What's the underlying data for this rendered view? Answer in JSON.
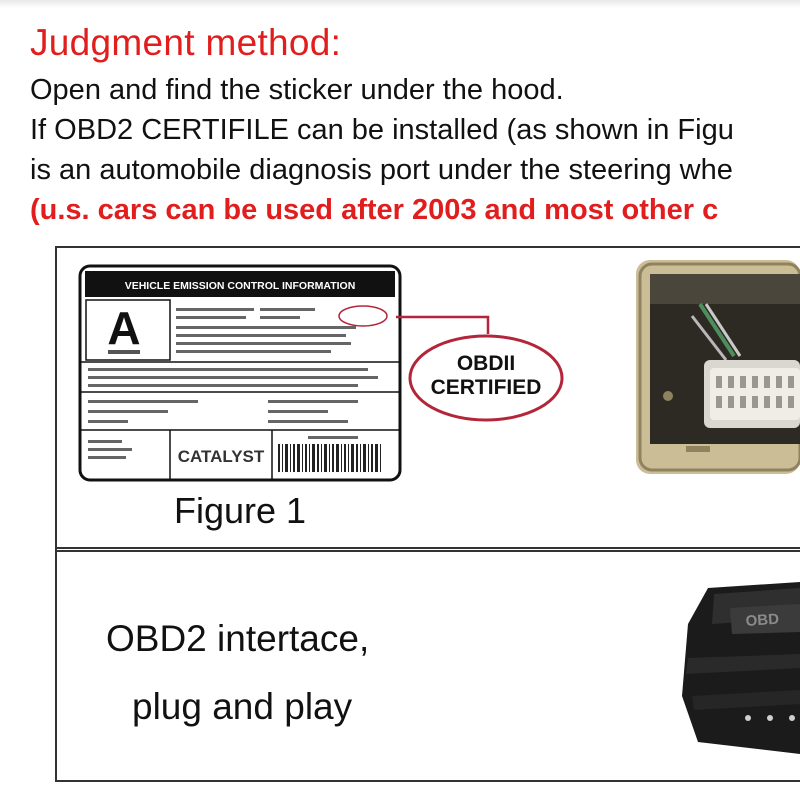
{
  "header": {
    "title": "Judgment method:",
    "line1": "Open and find the sticker under the hood.",
    "line2": "If OBD2 CERTIFILE can be installed (as shown in Figu",
    "line3": "is an automobile diagnosis port under the steering whe",
    "note": "(u.s. cars can be used after 2003 and most other c"
  },
  "figure1": {
    "sticker": {
      "header": "VEHICLE EMISSION CONTROL INFORMATION",
      "logo_letter": "A",
      "catalyst": "CATALYST"
    },
    "callout_line1": "OBDII",
    "callout_line2": "CERTIFIED",
    "caption": "Figure 1"
  },
  "interface": {
    "line1": "OBD2 intertace,",
    "line2": "plug and play",
    "plug_label": "OBD"
  },
  "colors": {
    "accent_red": "#e11d1d",
    "callout_border": "#b3263a",
    "port_frame": "#cbbd96"
  }
}
